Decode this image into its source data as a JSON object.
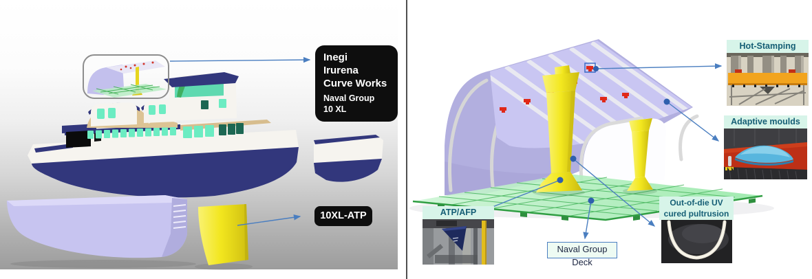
{
  "left": {
    "main_label": {
      "lines": [
        "Inegi",
        "Irurena",
        "Curve Works"
      ],
      "sublines": [
        "Naval Group",
        "10 XL"
      ]
    },
    "part_label": "10XL-ATP"
  },
  "right": {
    "hot_stamping": "Hot-Stamping",
    "adaptive_moulds": "Adaptive moulds",
    "atp_afp": "ATP/AFP",
    "out_of_die_line1": "Out-of-die UV",
    "out_of_die_line2": "cured pultrusion",
    "naval_group_deck": "Naval Group Deck"
  },
  "colors": {
    "connector_blue": "#4a7ec0",
    "label_mint_bg": "#d7f4e9",
    "label_teal_text": "#155e75",
    "black_label_bg": "#0e0e0e",
    "deck_purple": "#b2afdf",
    "pillar_yellow": "#f3e81f",
    "floor_green": "#9ae8ac",
    "clip_red": "#e02818",
    "ship_navy": "#32377c",
    "window_mint": "#6cecc2",
    "hull_lavender": "#c7c4f0",
    "panel_yellow": "#f2e61e"
  }
}
